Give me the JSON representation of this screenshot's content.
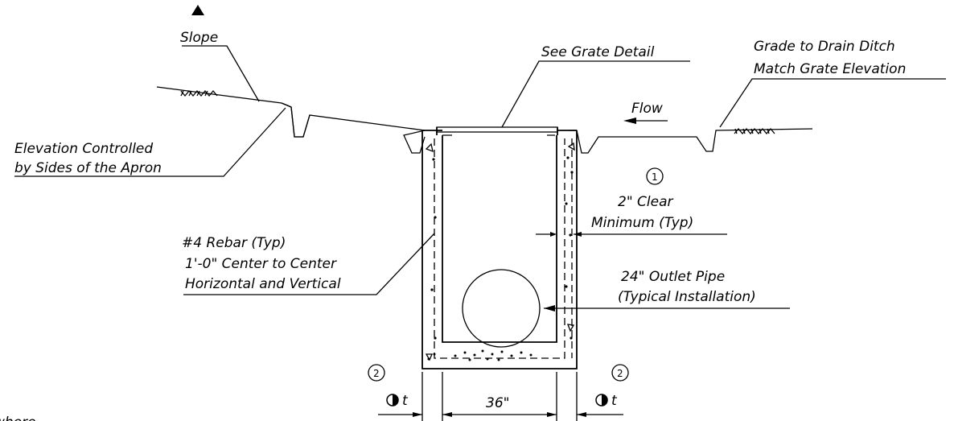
{
  "labels": {
    "slope": "Slope",
    "see_grate": "See Grate Detail",
    "grade_line1": "Grade to Drain Ditch",
    "grade_line2": "Match Grate Elevation",
    "flow": "Flow",
    "elev_line1": "Elevation Controlled",
    "elev_line2": "by Sides of the Apron",
    "clear_line1": "2\" Clear",
    "clear_line2": "Minimum (Typ)",
    "rebar_line1": "#4 Rebar (Typ)",
    "rebar_line2": "1'-0\" Center to Center",
    "rebar_line3": "Horizontal and Vertical",
    "pipe_line1": "24\" Outlet Pipe",
    "pipe_line2": "(Typical Installation)",
    "width_dim": "36\"",
    "thickness_left": "t",
    "thickness_right": "t",
    "note1": "1",
    "note2_left": "2",
    "note2_right": "2",
    "partial_text": "where"
  },
  "icons": [
    "slope-triangle-icon",
    "half-circle-icon"
  ]
}
